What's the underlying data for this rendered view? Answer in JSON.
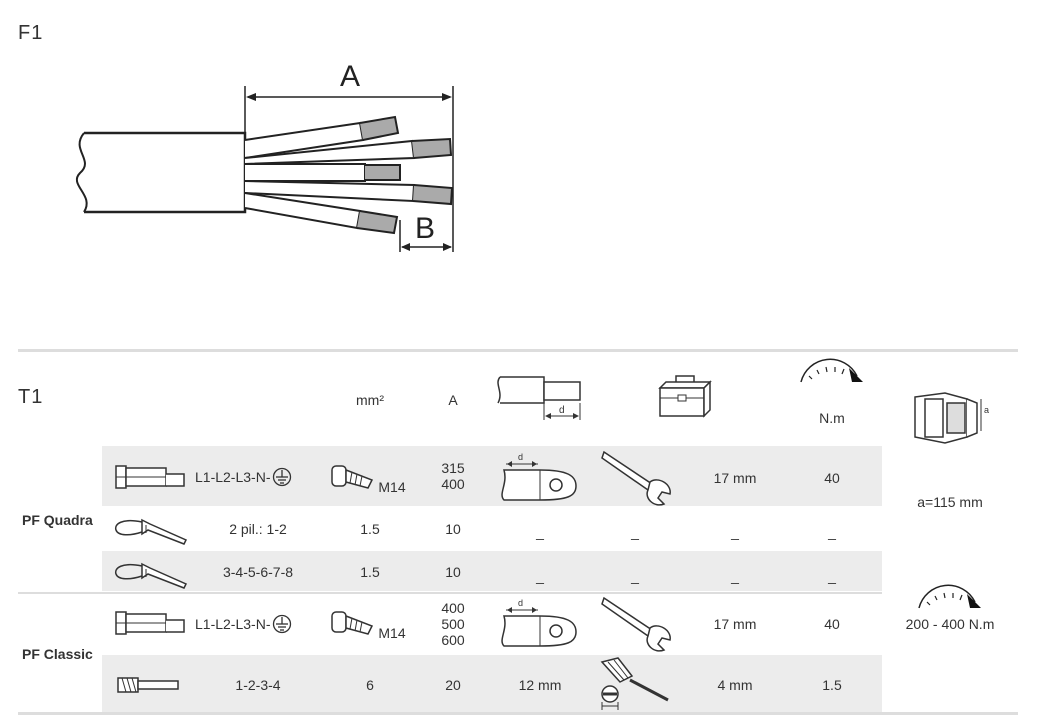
{
  "figure": {
    "label": "F1",
    "dim_a": "A",
    "dim_b": "B"
  },
  "table": {
    "label": "T1",
    "headers": {
      "section": "mm²",
      "current": "A",
      "torque_unit": "N.m"
    },
    "groups": [
      {
        "name": "PF Quadra",
        "rows": [
          {
            "terminals": "L1-L2-L3-N-",
            "screw": "M14",
            "section": "",
            "current": [
              "315",
              "400"
            ],
            "lug": "",
            "tool": "",
            "key": "17 mm",
            "torque": "40"
          },
          {
            "terminals": "2 pil.: 1-2",
            "section": "1.5",
            "current": [
              "10"
            ],
            "lug": "_",
            "tool": "_",
            "key": "_",
            "torque": "_"
          },
          {
            "terminals": "3-4-5-6-7-8",
            "section": "1.5",
            "current": [
              "10"
            ],
            "lug": "_",
            "tool": "_",
            "key": "_",
            "torque": "_"
          }
        ],
        "extra": "a=115 mm"
      },
      {
        "name": "PF Classic",
        "rows": [
          {
            "terminals": "L1-L2-L3-N-",
            "screw": "M14",
            "current": [
              "400",
              "500",
              "600"
            ],
            "key": "17 mm",
            "torque": "40"
          },
          {
            "terminals": "1-2-3-4",
            "section": "6",
            "current": [
              "20"
            ],
            "lug": "12 mm",
            "key": "4 mm",
            "torque": "1.5"
          }
        ],
        "extra": "200 - 400 N.m"
      }
    ],
    "icons": {
      "lug_dim": "d",
      "housing_dim": "a"
    }
  }
}
